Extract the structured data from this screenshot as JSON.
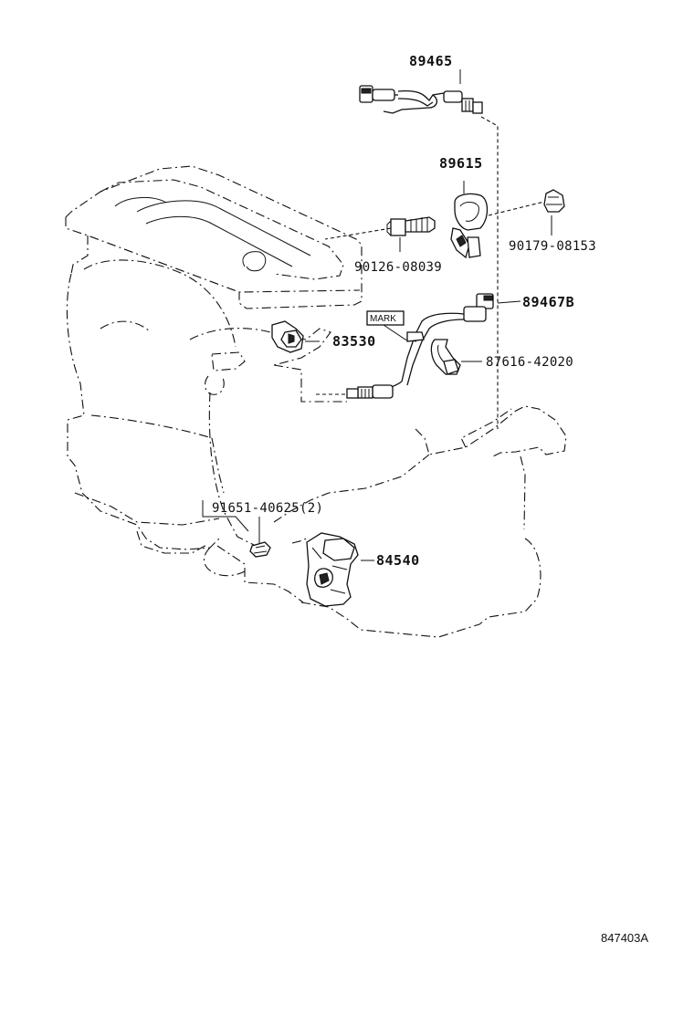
{
  "parts": {
    "p89465": "89465",
    "p89615": "89615",
    "p90179": "90179-08153",
    "p90126": "90126-08039",
    "p89467b": "89467B",
    "p83530": "83530",
    "p87616": "87616-42020",
    "p91651": "91651-40625(2)",
    "p84540": "84540"
  },
  "mark_label": "MARK",
  "reference_code": "847403A"
}
